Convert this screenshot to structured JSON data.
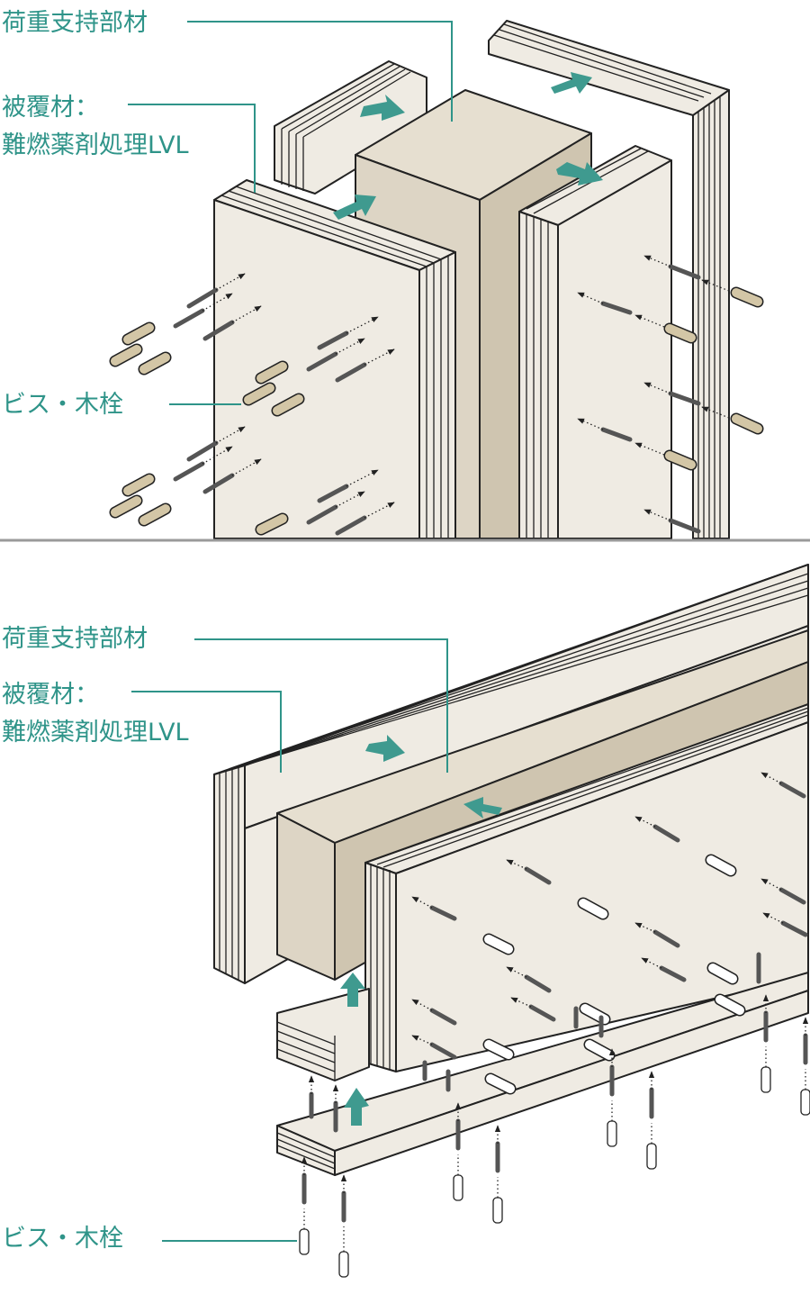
{
  "column": {
    "label_member": "荷重支持部材",
    "label_cover_line1": "被覆材：",
    "label_cover_line2": "難燃薬剤処理LVL",
    "label_fastener": "ビス・木栓"
  },
  "beam": {
    "label_member": "荷重支持部材",
    "label_cover_line1": "被覆材：",
    "label_cover_line2": "難燃薬剤処理LVL",
    "label_fastener": "ビス・木栓"
  },
  "colors": {
    "accent": "#2f9489",
    "panel_face": "#efebe3",
    "core_face": "#ddd5c5",
    "dowel_tan": "#d3c6a6",
    "outline": "#222222"
  }
}
